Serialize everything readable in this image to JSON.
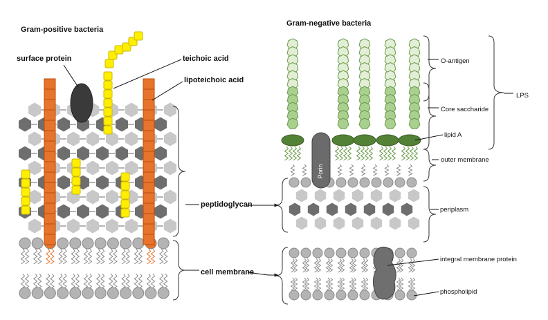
{
  "left_panel": {
    "title": "Gram-positive bacteria",
    "labels": {
      "surface_protein": "surface protein",
      "teichoic_acid": "teichoic acid",
      "lipoteichoic_acid": "lipoteichoic acid",
      "peptidoglycan": "peptidoglycan",
      "cell_membrane": "cell membrane"
    }
  },
  "right_panel": {
    "title": "Gram-negative bacteria",
    "labels": {
      "o_antigen": "O-antigen",
      "core_saccharide": "Core saccharide",
      "lipid_a": "lipid A",
      "lps": "LPS",
      "outer_membrane": "outer membrane",
      "porin": "Porin",
      "periplasm": "periplasm",
      "integral_membrane_protein": "integral membrane protein",
      "phospholipid": "phospholipid"
    }
  },
  "colors": {
    "peptidoglycan_dark": "#6e6e6e",
    "peptidoglycan_light": "#c8c8c8",
    "lipoteichoic": "#e8732a",
    "teichoic": "#ffee00",
    "surface_protein": "#3a3a3a",
    "phospholipid_head": "#b4b4b4",
    "lps_light": "#e2efd6",
    "lps_mid": "#a9d08e",
    "lipid_a": "#538135",
    "porin": "#6b6b6b"
  }
}
